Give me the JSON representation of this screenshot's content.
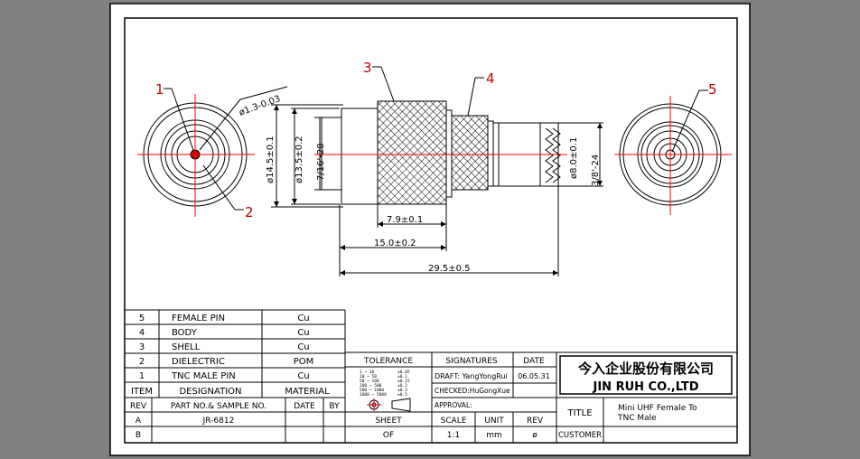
{
  "drawing": {
    "labels": {
      "pin_diameter": "ø1.3-0.03",
      "od_145": "ø14.5±0.1",
      "od_135": "ø13.5±0.2",
      "thread_uhf": "7/16'-28",
      "od_80": "ø8.0±0.1",
      "thread_tnc": "3/8'-24",
      "len_79": "7.9±0.1",
      "len_150": "15.0±0.2",
      "len_295": "29.5±0.5"
    },
    "callouts": [
      "1",
      "2",
      "3",
      "4",
      "5"
    ]
  },
  "bom": {
    "rows": [
      {
        "item": "5",
        "designation": "FEMALE PIN",
        "material": "Cu"
      },
      {
        "item": "4",
        "designation": "BODY",
        "material": "Cu"
      },
      {
        "item": "3",
        "designation": "SHELL",
        "material": "Cu"
      },
      {
        "item": "2",
        "designation": "DIELECTRIC",
        "material": "POM"
      },
      {
        "item": "1",
        "designation": "TNC MALE PIN",
        "material": "Cu"
      }
    ],
    "headers": {
      "item": "ITEM",
      "designation": "DESIGNATION",
      "material": "MATERIAL"
    }
  },
  "revisions": {
    "headers": {
      "rev": "REV",
      "part": "PART NO.& SAMPLE NO.",
      "date": "DATE",
      "by": "BY"
    },
    "rows": [
      {
        "rev": "A",
        "part": "JR-6812",
        "date": "",
        "by": ""
      },
      {
        "rev": "B",
        "part": "",
        "date": "",
        "by": ""
      }
    ]
  },
  "tolerance": {
    "title": "TOLERANCE",
    "rows": [
      {
        "range": "1 ~ 10",
        "tol": "±0.05"
      },
      {
        "range": "10 ~ 50",
        "tol": "±0.1"
      },
      {
        "range": "50 ~ 100",
        "tol": "±0.15"
      },
      {
        "range": "100 ~ 500",
        "tol": "±0.2"
      },
      {
        "range": "500 ~ 1000",
        "tol": "±0.3"
      },
      {
        "range": "1000 ~ 5000",
        "tol": "±0.5"
      }
    ]
  },
  "signatures": {
    "title": "SIGNATURES",
    "date_title": "DATE",
    "draft": "DRAFT: YangYongRui",
    "checked": "CHECKED:HuGongXue",
    "approval": "APPROVAL:",
    "draft_date": "06.05.31"
  },
  "sheet": {
    "sheet_label": "SHEET",
    "sheet_value": "OF",
    "scale_label": "SCALE",
    "scale_value": "1:1",
    "unit_label": "UNIT",
    "unit_value": "mm",
    "rev_label": "REV",
    "rev_value": "ø"
  },
  "company": {
    "name_cn": "今入企业股份有限公司",
    "name_en": "JIN  RUH  CO.,LTD"
  },
  "title_block": {
    "title_label": "TITLE",
    "title_value_line1": "Mini UHF Female To",
    "title_value_line2": "TNC Male",
    "customer_label": "CUSTOMER",
    "customer_value": ""
  },
  "colors": {
    "background": "#808080",
    "paper": "#ffffff",
    "ink": "#000000",
    "centerline": "#ff0000"
  }
}
